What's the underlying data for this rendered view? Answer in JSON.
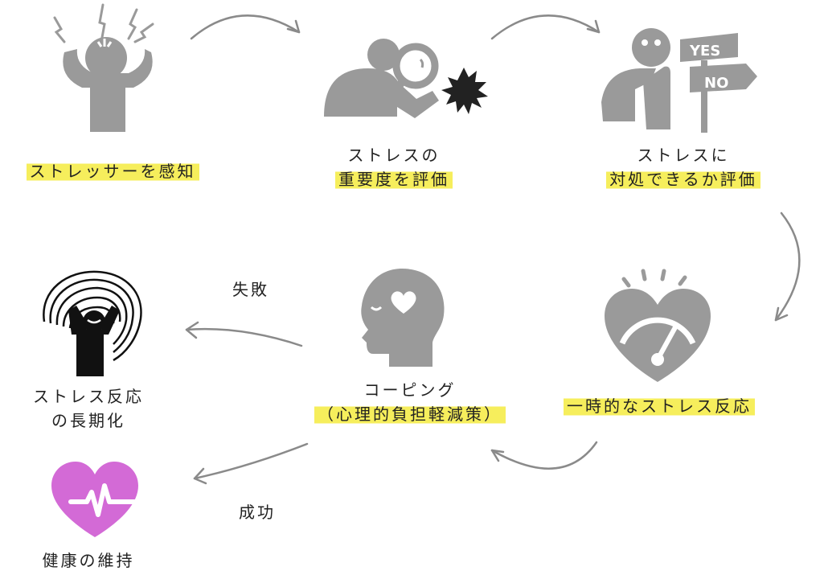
{
  "colors": {
    "icon_gray": "#9a9a9a",
    "highlight": "#f6ee5c",
    "arrow_gray": "#8a8a8a",
    "heart_pink": "#d36ad6",
    "black": "#111111"
  },
  "steps": {
    "perceive": {
      "line1": "ストレッサーを感知",
      "icon": "stressed-person-icon"
    },
    "assess": {
      "line1": "ストレスの",
      "line2": "重要度を評価",
      "icon": "magnifying-glass-person-icon"
    },
    "cope_eval": {
      "line1": "ストレスに",
      "line2": "対処できるか評価",
      "icon": "thinking-signpost-icon"
    },
    "temp": {
      "line1": "一時的なストレス反応",
      "icon": "heart-gauge-icon"
    },
    "coping": {
      "line1": "コーピング",
      "line2": "（心理的負担軽減策）",
      "icon": "head-heart-icon"
    },
    "prolonged": {
      "line1": "ストレス反応",
      "line2": "の長期化",
      "icon": "overwhelmed-person-icon"
    },
    "health": {
      "line1": "健康の維持",
      "icon": "heartbeat-icon"
    }
  },
  "branches": {
    "failure": "失敗",
    "success": "成功"
  },
  "signpost": {
    "yes": "YES",
    "no": "NO"
  }
}
